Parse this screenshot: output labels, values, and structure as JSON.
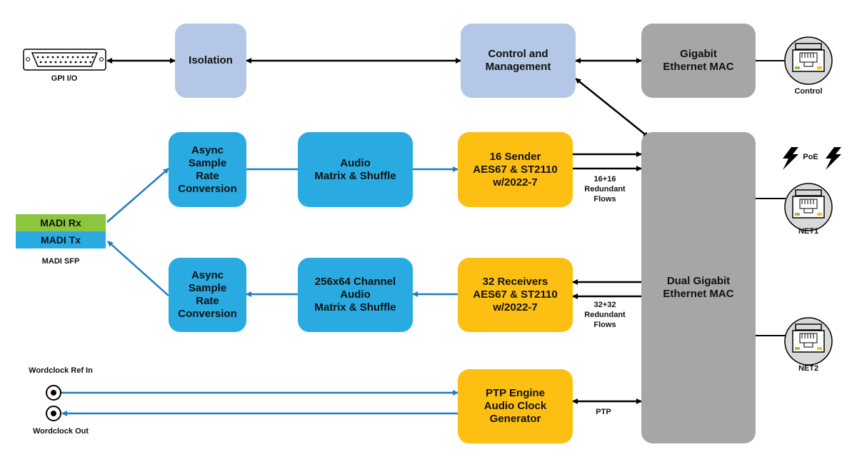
{
  "connectors": {
    "gpi_label": "GPI I/O",
    "madi_rx": "MADI Rx",
    "madi_tx": "MADI Tx",
    "madi_sfp_label": "MADI SFP",
    "wordclock_ref_in": "Wordclock Ref In",
    "wordclock_out": "Wordclock Out",
    "control_port": "Control",
    "net1_port": "NET1",
    "net2_port": "NET2",
    "poe_label": "PoE"
  },
  "blocks": {
    "isolation": "Isolation",
    "control_mgmt": "Control and\nManagement",
    "gige_mac": "Gigabit\nEthernet MAC",
    "src_top": "Async\nSample\nRate\nConversion",
    "audio_matrix_top": "Audio\nMatrix & Shuffle",
    "sender": "16 Sender\nAES67 & ST2110\nw/2022-7",
    "dual_gige_mac": "Dual Gigabit\nEthernet MAC",
    "src_bottom": "Async\nSample\nRate\nConversion",
    "audio_matrix_bottom": "256x64 Channel\nAudio\nMatrix & Shuffle",
    "receivers": "32 Receivers\nAES67 & ST2110\nw/2022-7",
    "ptp_engine": "PTP Engine\nAudio Clock\nGenerator"
  },
  "annotations": {
    "tx_flows": "16+16\nRedundant\nFlows",
    "rx_flows": "32+32\nRedundant\nFlows",
    "ptp": "PTP"
  },
  "colors": {
    "lavender": "#b4c7e7",
    "blue": "#29abe2",
    "gold": "#fcbf12",
    "gray": "#a6a6a6",
    "madi_green": "#8cc63f",
    "wire_blue": "#1e7fc0"
  }
}
